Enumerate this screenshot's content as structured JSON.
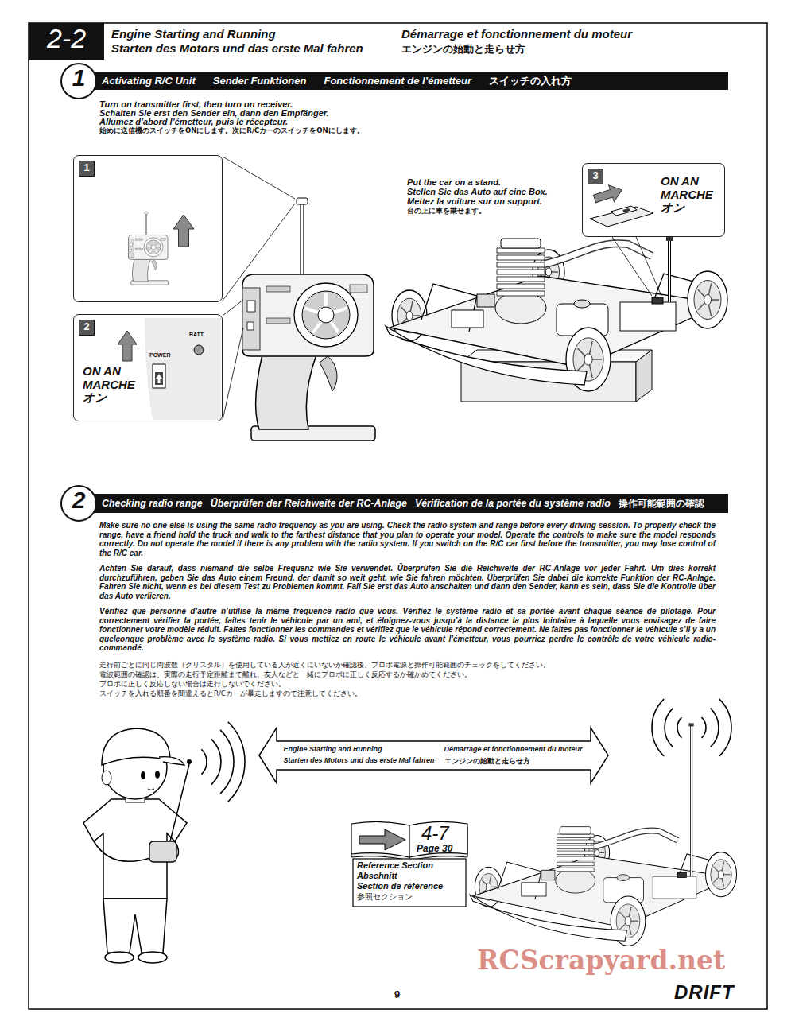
{
  "diagram": {
    "title": "Engine Starting and Running",
    "nodes": [
      {
        "text": [
          "2-2"
        ]
      },
      {
        "text": [
          "1",
          "Activating R/C Unit",
          "Sender Funktionen",
          "Fonctionnement de l’émetteur",
          "スイッチの入れ方"
        ]
      },
      {
        "text": [
          "1"
        ]
      },
      {
        "text": [
          "2",
          "BATT.",
          "POWER",
          "ON AN MARCHE オン"
        ]
      },
      {
        "text": [
          "3",
          "ON AN MARCHE オン"
        ]
      },
      {
        "text": [
          "2",
          "Checking radio range",
          "Überprüfen der Reichweite der RC-Anlage",
          "Vérification de la portée du système radio",
          "操作可能範囲の確認"
        ]
      },
      {
        "text": [
          "Engine Starting and Running",
          "Starten des Motors und das erste Mal fahren",
          "Démarrage et fonctionnement du moteur",
          "エンジンの始動と走らせ方"
        ]
      },
      {
        "text": [
          "4-7",
          "Page 30",
          "Reference Section",
          "Abschnitt",
          "Section de référence",
          "参照セクション"
        ]
      }
    ],
    "labels": [
      "Starten des Motors und das erste Mal fahren",
      "Démarrage et fonctionnement du moteur",
      "エンジンの始動と走らせ方",
      "Turn on transmitter first, then turn on receiver.",
      "Schalten Sie erst den Sender ein, dann den Empfänger.",
      "Allumez d’abord l’émetteur, puis le récepteur.",
      "始めに送信機のスイッチをONにします。次にR/CカーのスイッチをONにします。",
      "Put the car on a stand.",
      "Stellen Sie das Auto auf eine Box.",
      "Mettez la voiture sur un support.",
      "台の上に車を乗せます。",
      "Make sure no one else is using the same radio frequency as you are using. Check the radio system and range before every driving session. To properly check the range, have a friend hold the truck and walk to the farthest distance that you plan to operate your model. Operate the controls to make sure the model responds correctly. Do not operate the model if there is any problem with the radio system. If you switch on the R/C car first before the transmitter, you may lose control of the R/C car.",
      "Achten Sie darauf, dass niemand die selbe Frequenz wie Sie verwendet. Überprüfen Sie die Reichweite der RC-Anlage vor jeder Fahrt. Um dies korrekt durchzuführen, geben Sie das Auto einem Freund, der damit so weit geht, wie Sie fahren möchten. Überprüfen Sie dabei die korrekte Funktion der RC-Anlage. Fahren Sie nicht, wenn es bei diesem Test zu Problemen kommt. Fall Sie erst das Auto anschalten und dann den Sender, kann es sein, dass Sie die Kontrolle über das Auto verlieren.",
      "Vérifiez que personne d’autre n’utilise la même fréquence radio que vous. Vérifiez le système radio et sa portée avant chaque séance de pilotage. Pour correctement vérifier la portée, faites tenir le véhicule par un ami, et éloignez-vous jusqu’à la distance la plus lointaine à laquelle vous envisagez de faire fonctionner votre modèle réduit. Faites fonctionner les commandes et vérifiez que le véhicule répond correctement. Ne faites pas fonctionner le véhicule s’il y a un quelconque problème avec le système radio. Si vous mettiez en route le véhicule avant l’émetteur, vous pourriez perdre le contrôle de votre véhicule radio-commandé.",
      "走行前ごとに同じ周波数（クリスタル）を使用している人が近くにいないか確認後、プロポ電源と操作可能範囲のチェックをしてください。",
      "電波範囲の確認は、実際の走行予定距離まで離れ、友人などと一緒にプロポに正しく反応するか確かめてください。",
      "プロポに正しく反応しない場合は走行しないでください。",
      "スイッチを入れる順番を間違えるとR/Cカーが暴走しますので注意してください。",
      "9",
      "RCScrapyard.net",
      "DRIFT"
    ]
  }
}
